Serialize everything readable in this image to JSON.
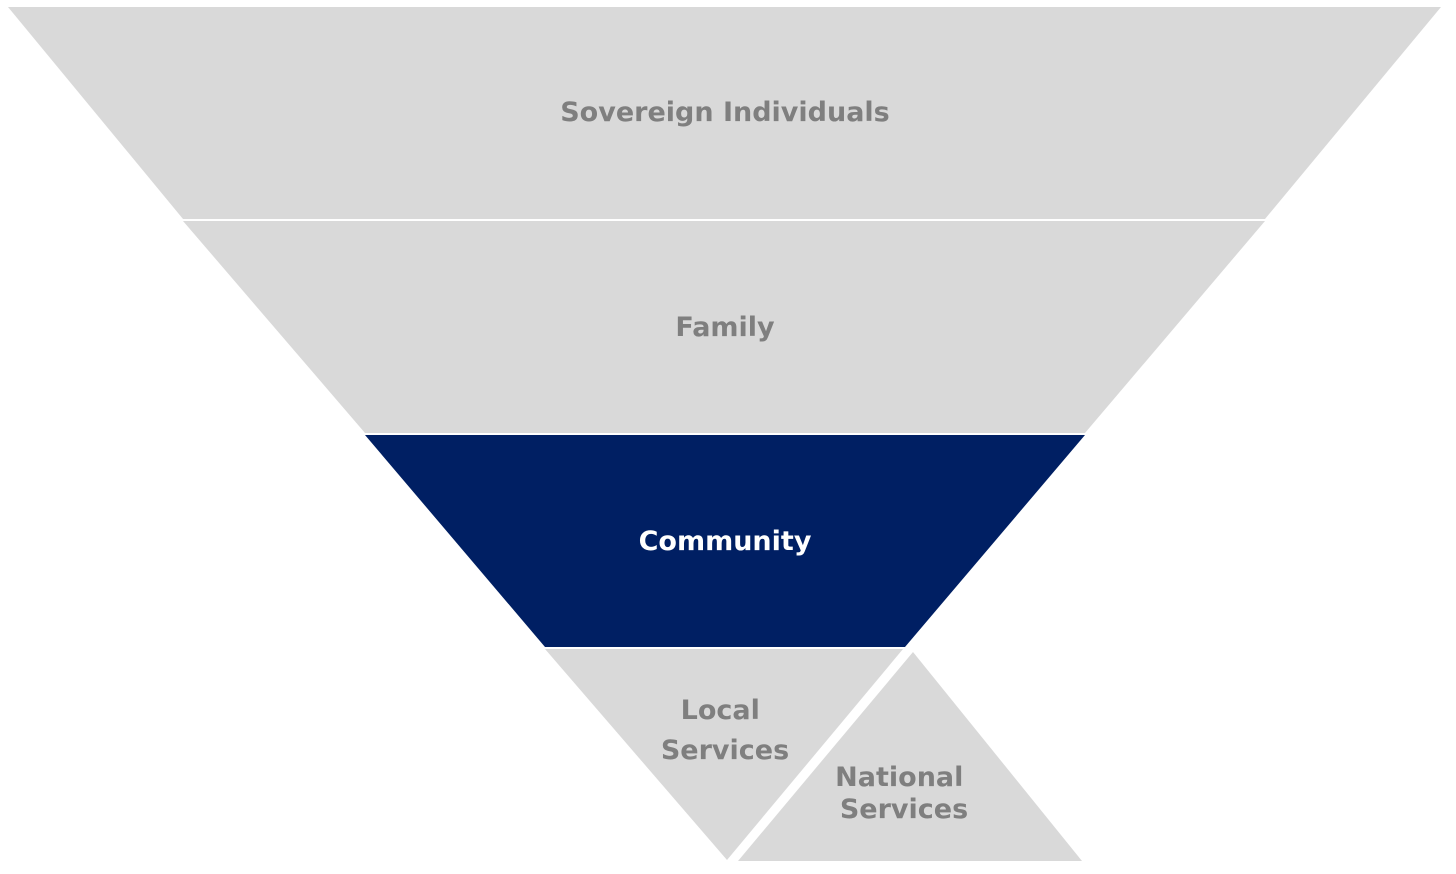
{
  "diagram": {
    "type": "inverted-pyramid",
    "colors": {
      "layer_fill": "#d9d9d9",
      "highlight_fill": "#001f63",
      "label_text": "#7f7f7f",
      "highlight_text": "#ffffff",
      "separator": "#ffffff"
    },
    "layers": [
      {
        "label": "Sovereign Individuals",
        "highlighted": false
      },
      {
        "label": "Family",
        "highlighted": false
      },
      {
        "label": "Community",
        "highlighted": true
      }
    ],
    "base": {
      "local": {
        "line1": "Local",
        "line2": "Services"
      },
      "national": {
        "line1": "National",
        "line2": "Services"
      }
    }
  }
}
